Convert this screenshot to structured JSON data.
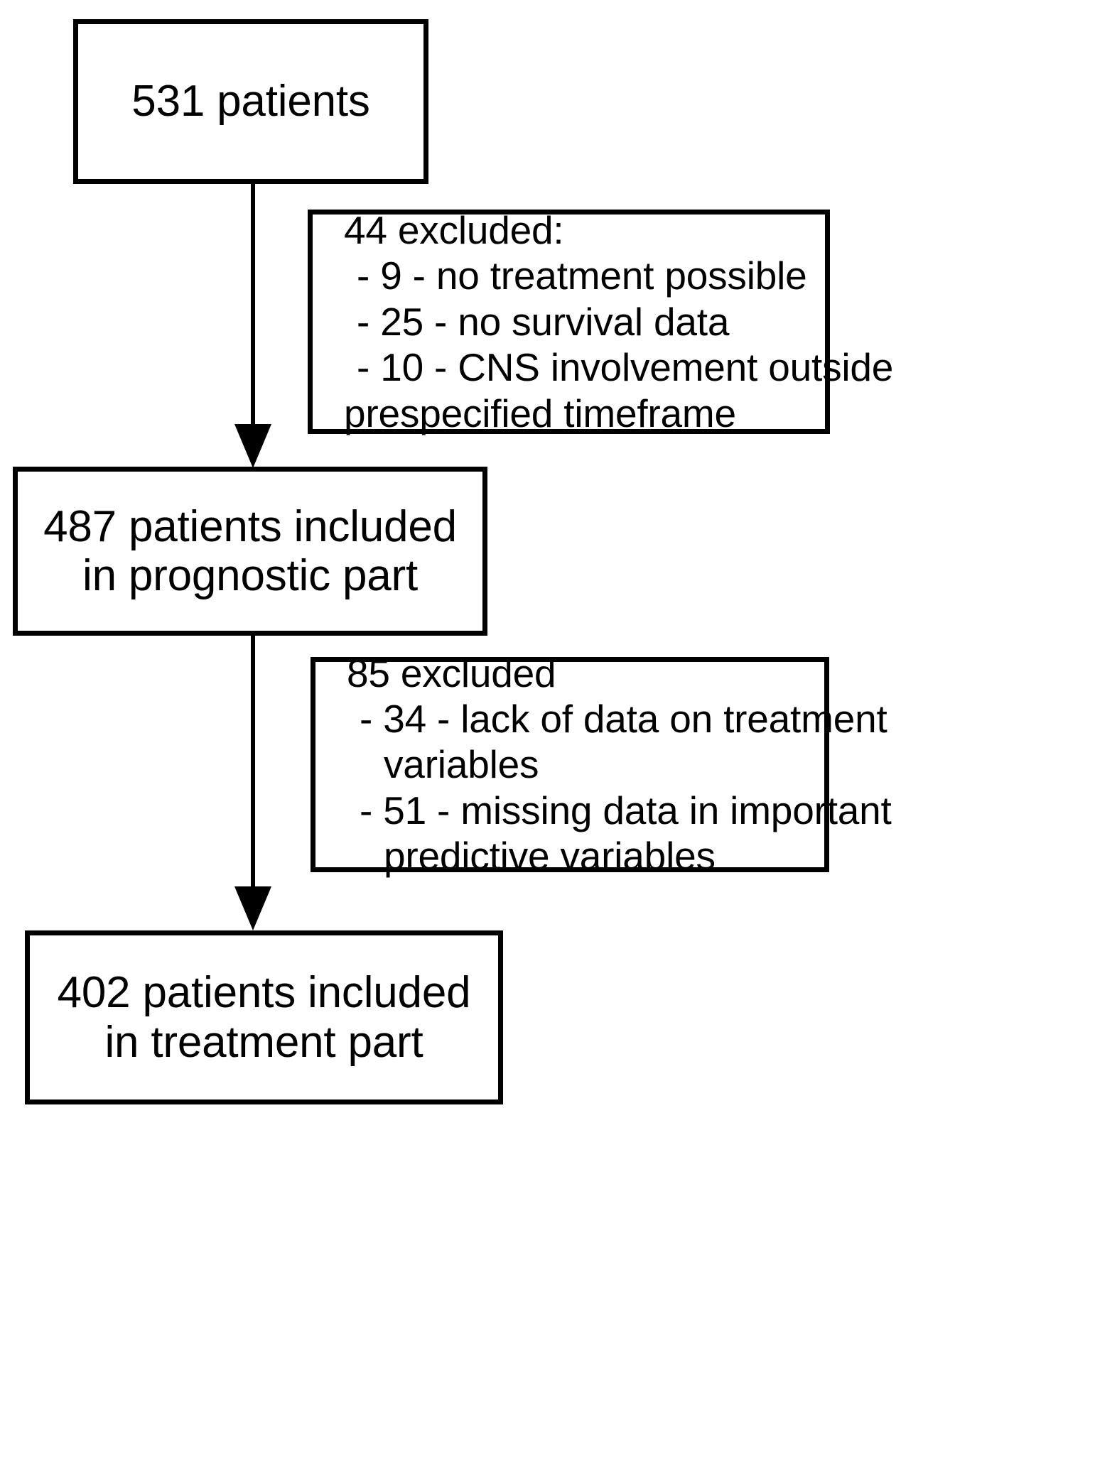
{
  "diagram": {
    "title": "Patient inclusion and exclusion flow diagram",
    "type": "flowchart",
    "accent_color": "#000000",
    "background_color": "#ffffff",
    "nodes": {
      "total": {
        "label": "531 patients",
        "lines": [
          "531 patients"
        ]
      },
      "prognostic": {
        "lines": [
          "487 patients included",
          "in prognostic part"
        ],
        "line1": "487 patients included",
        "line2": "in prognostic part"
      },
      "treatment": {
        "lines": [
          "402 patients included",
          "in treatment part"
        ],
        "line1": "402 patients included",
        "line2": "in treatment part"
      }
    },
    "exclusions": {
      "first": {
        "heading": "44 excluded:",
        "count": 44,
        "line1": "44 excluded:",
        "line2": "- 9 - no treatment possible",
        "line3": "- 25 - no survival data",
        "line4": "- 10 - CNS involvement outside",
        "line5": "prespecified timeframe",
        "items": [
          {
            "n": 9,
            "reason": "no treatment possible"
          },
          {
            "n": 25,
            "reason": "no survival data"
          },
          {
            "n": 10,
            "reason": "CNS involvement outside prespecified timeframe"
          }
        ]
      },
      "second": {
        "heading": "85 excluded",
        "count": 85,
        "line1": "85 excluded",
        "line2": "- 34 - lack of data on treatment",
        "line3": "variables",
        "line4": "- 51 - missing data in important",
        "line5": "predictive variables",
        "items": [
          {
            "n": 34,
            "reason": "lack of data on treatment variables"
          },
          {
            "n": 51,
            "reason": "missing data in important predictive variables"
          }
        ]
      }
    },
    "connectors": {
      "arrow1": "arrow-total-to-prognostic",
      "arrow2": "arrow-prognostic-to-treatment"
    }
  }
}
